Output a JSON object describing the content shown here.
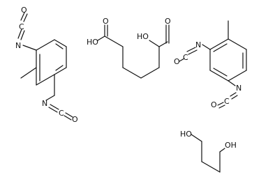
{
  "colors": {
    "stroke": "#111111",
    "background": "#ffffff"
  },
  "molecules": [
    {
      "id": "toluene-2-6-diisocyanate",
      "labels": {
        "n1": "N",
        "c1": "C",
        "o1": "O",
        "n2": "N",
        "c2": "C",
        "o2": "O"
      }
    },
    {
      "id": "adipic-acid",
      "labels": {
        "ho": "HO",
        "o_top_left": "O",
        "o_top_right": "O",
        "oh_left": "HO"
      }
    },
    {
      "id": "toluene-2-4-diisocyanate",
      "labels": {
        "n1": "N",
        "c1": "C",
        "o1": "O",
        "n2": "N",
        "c2": "C",
        "o2": "O"
      }
    },
    {
      "id": "butane-1-4-diol",
      "labels": {
        "ho": "HO",
        "oh": "OH"
      }
    }
  ]
}
